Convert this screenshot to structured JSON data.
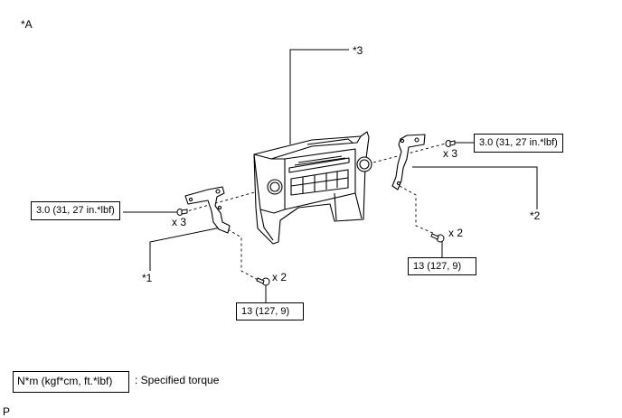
{
  "view_label": "*A",
  "callouts": {
    "c1": "*1",
    "c2": "*2",
    "c3": "*3"
  },
  "torque_specs": {
    "left_screw": "3.0 (31, 27 in.*lbf)",
    "right_screw": "3.0 (31, 27 in.*lbf)",
    "left_bolt": "13 (127, 9)",
    "right_bolt": "13 (127, 9)"
  },
  "quantities": {
    "left_screw": "x 3",
    "right_screw": "x 3",
    "left_bolt": "x 2",
    "right_bolt": "x 2"
  },
  "legend": {
    "unit_box": "N*m (kgf*cm, ft.*lbf)",
    "description": ": Specified torque"
  },
  "footer_code": "P"
}
